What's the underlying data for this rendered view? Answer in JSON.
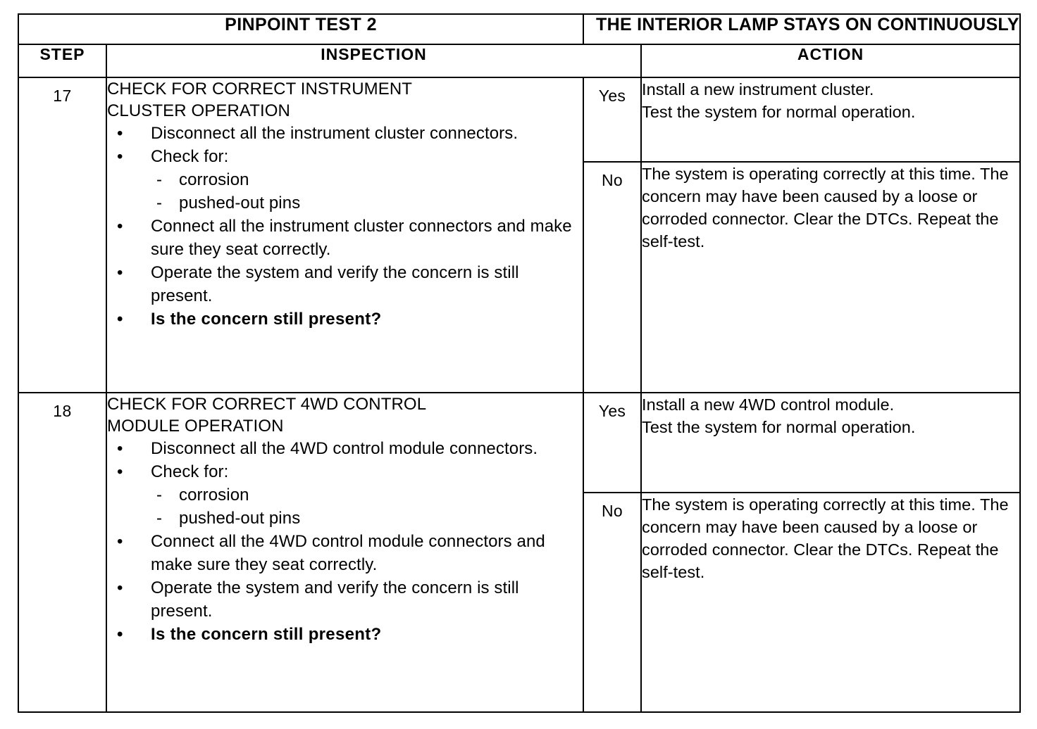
{
  "banner": {
    "test_label": "PINPOINT TEST 2",
    "test_description": "THE INTERIOR LAMP STAYS ON CONTINUOUSLY"
  },
  "columns": {
    "step": "STEP",
    "inspection": "INSPECTION",
    "action": "ACTION"
  },
  "rows": [
    {
      "step": "17",
      "inspection": {
        "heading": "CHECK FOR CORRECT INSTRUMENT\nCLUSTER OPERATION",
        "bullets": [
          {
            "text": "Disconnect all the instrument cluster connectors.",
            "bold": false
          },
          {
            "text": "Check for:",
            "bold": false,
            "sub": [
              "corrosion",
              "pushed-out pins"
            ]
          },
          {
            "text": "Connect all the instrument cluster connectors and make sure they seat correctly.",
            "bold": false
          },
          {
            "text": "Operate the system and verify the concern is still present.",
            "bold": false
          },
          {
            "text": "Is the concern still present?",
            "bold": true
          }
        ],
        "bullet_glyph": "•",
        "dash_glyph": "-"
      },
      "results": [
        {
          "answer": "Yes",
          "action": "Install a new instrument cluster.\nTest the system for normal operation."
        },
        {
          "answer": "No",
          "action": "The system is operating correctly at this time. The concern may have been caused by a loose or corroded connector. Clear the DTCs. Repeat the self-test."
        }
      ]
    },
    {
      "step": "18",
      "inspection": {
        "heading": "CHECK FOR CORRECT 4WD CONTROL\nMODULE OPERATION",
        "bullets": [
          {
            "text": "Disconnect all the 4WD control module connectors.",
            "bold": false
          },
          {
            "text": "Check for:",
            "bold": false,
            "sub": [
              "corrosion",
              "pushed-out pins"
            ]
          },
          {
            "text": "Connect all the 4WD control module connectors and make sure they seat correctly.",
            "bold": false
          },
          {
            "text": "Operate the system and verify the concern is still present.",
            "bold": false
          },
          {
            "text": "Is the concern still present?",
            "bold": true
          }
        ],
        "bullet_glyph": "•",
        "dash_glyph": "-"
      },
      "results": [
        {
          "answer": "Yes",
          "action": "Install a new 4WD control module.\nTest the system for normal operation."
        },
        {
          "answer": "No",
          "action": "The system is operating correctly at this time. The concern may have been caused by a loose or corroded connector. Clear the DTCs. Repeat the self-test."
        }
      ]
    }
  ]
}
